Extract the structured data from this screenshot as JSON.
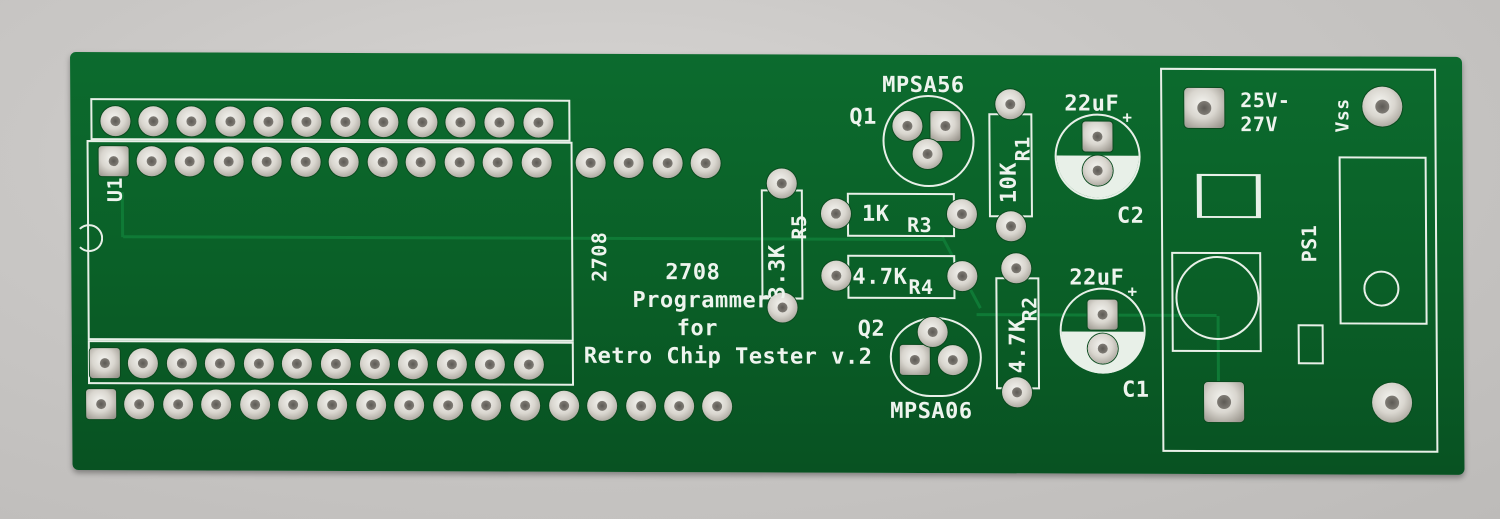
{
  "board": {
    "title": "2708",
    "subtitle_1": "Programmer",
    "subtitle_2": "for",
    "subtitle_3": "Retro Chip Tester v.2",
    "side_label": "2708",
    "u1": "U1",
    "q1": "Q1",
    "q1_part": "MPSA56",
    "q2": "Q2",
    "q2_part": "MPSA06",
    "r1": "R1",
    "r1_val": "10K",
    "r2": "R2",
    "r2_val": "4.7K",
    "r3": "R3",
    "r3_val": "1K",
    "r4": "R4",
    "r4_val": "4.7K",
    "r5": "R5",
    "r5_val": "3.3K",
    "c1": "C1",
    "c1_val": "22uF",
    "c2": "C2",
    "c2_val": "22uF",
    "ps1": "PS1",
    "volt_1": "25V-",
    "volt_2": "27V",
    "vss": "Vss",
    "plus": "+"
  }
}
